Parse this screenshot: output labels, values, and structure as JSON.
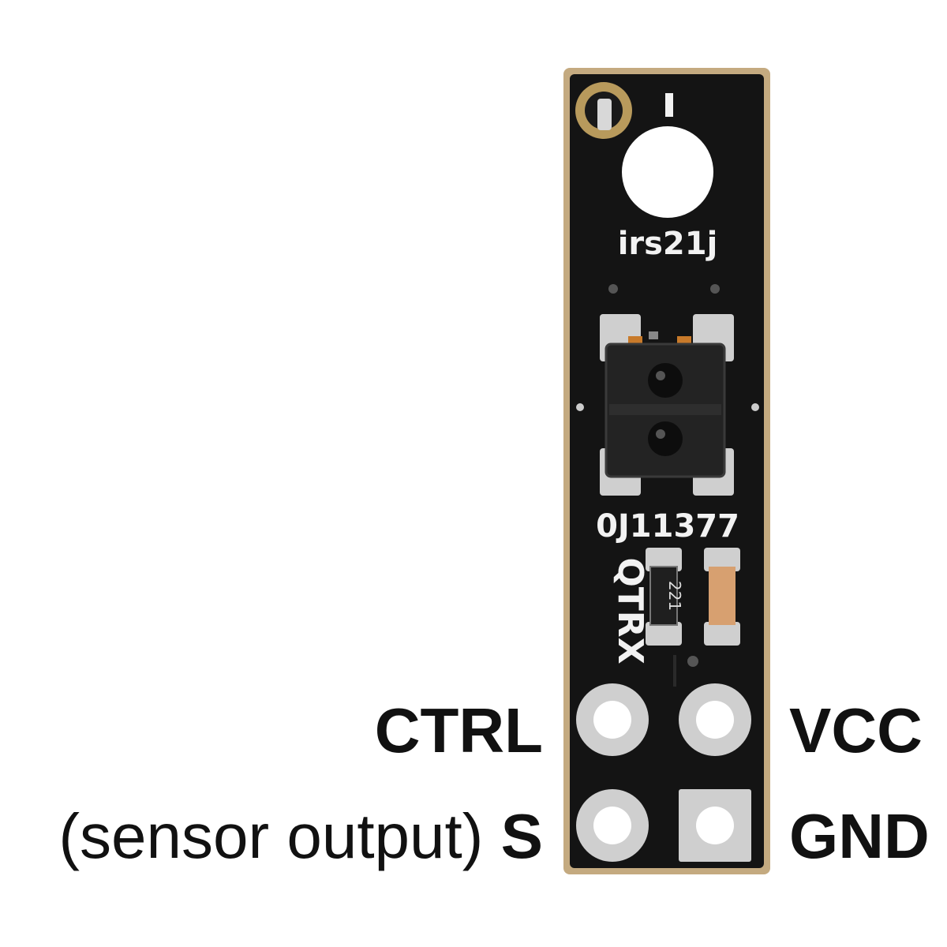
{
  "board": {
    "part_code": "irs21j",
    "serial": "0J11377",
    "product_mark": "QTRX",
    "resistor_code": "221",
    "colors": {
      "pcb": "#141414",
      "edge": "#bfa57a",
      "pad": "#d8d8d8",
      "hole": "#ffffff"
    }
  },
  "pins": {
    "ctrl": "CTRL",
    "sensor_prefix": "(sensor output) ",
    "sensor": "S",
    "vcc": "VCC",
    "gnd": "GND"
  }
}
